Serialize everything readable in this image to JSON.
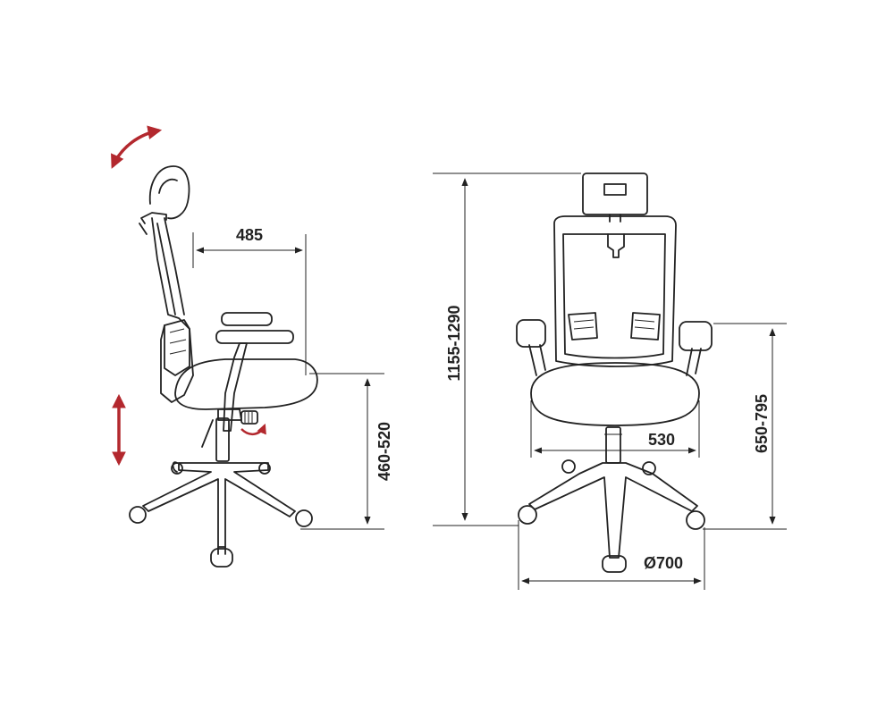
{
  "dimensions": {
    "seat_depth": "485",
    "seat_height": "460-520",
    "total_height": "1155-1290",
    "seat_width": "530",
    "armrest_height": "650-795",
    "base_diameter": "Ø700"
  },
  "colors": {
    "line": "#222222",
    "accent_arrows": "#b3282e",
    "background": "#ffffff"
  },
  "icons": {
    "tilt_arrow": "curved-double-arrow-icon",
    "height_arrow": "vertical-double-arrow-icon",
    "knob_arrow": "rotation-arrow-icon"
  }
}
